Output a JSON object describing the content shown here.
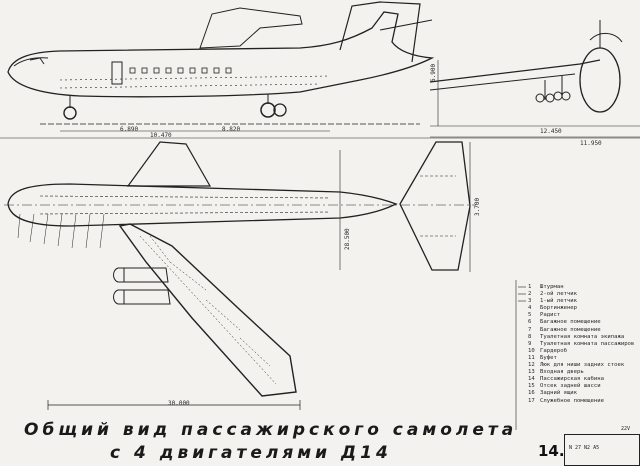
{
  "title": {
    "line1": "Общий вид пассажирского самолета",
    "line2": "с 4 двигателями Д14"
  },
  "legend": [
    {
      "num": "1",
      "text": "Штурман"
    },
    {
      "num": "2",
      "text": "2-ой летчик"
    },
    {
      "num": "3",
      "text": "1-ый летчик"
    },
    {
      "num": "4",
      "text": "Бортинженер"
    },
    {
      "num": "5",
      "text": "Радист"
    },
    {
      "num": "6",
      "text": "Багажное помещение"
    },
    {
      "num": "7",
      "text": "Багажное помещение"
    },
    {
      "num": "8",
      "text": "Туалетная комната экипажа"
    },
    {
      "num": "9",
      "text": "Туалетная комната пассажиров"
    },
    {
      "num": "10",
      "text": "Гардероб"
    },
    {
      "num": "11",
      "text": "Буфет"
    },
    {
      "num": "12",
      "text": "Люк для ниши задних стоек"
    },
    {
      "num": "13",
      "text": "Входная дверь"
    },
    {
      "num": "14",
      "text": "Пассажирская кабина"
    },
    {
      "num": "15",
      "text": "Отсек задней шасси"
    },
    {
      "num": "16",
      "text": "Задний ящик"
    },
    {
      "num": "17",
      "text": "Служебное помещение"
    }
  ],
  "dimensions": {
    "wheel_base": "6.890",
    "front_to_main": "8.820",
    "fuselage_len": "10.470",
    "span": "30.000",
    "height": "6.900",
    "tail_span": "11.950",
    "wing_len": "28.500",
    "root": "3.700",
    "track": "12.450"
  },
  "sheet_mark": "14.",
  "stamp": {
    "line1": "22V",
    "line2": "N 27 N2 A5"
  }
}
